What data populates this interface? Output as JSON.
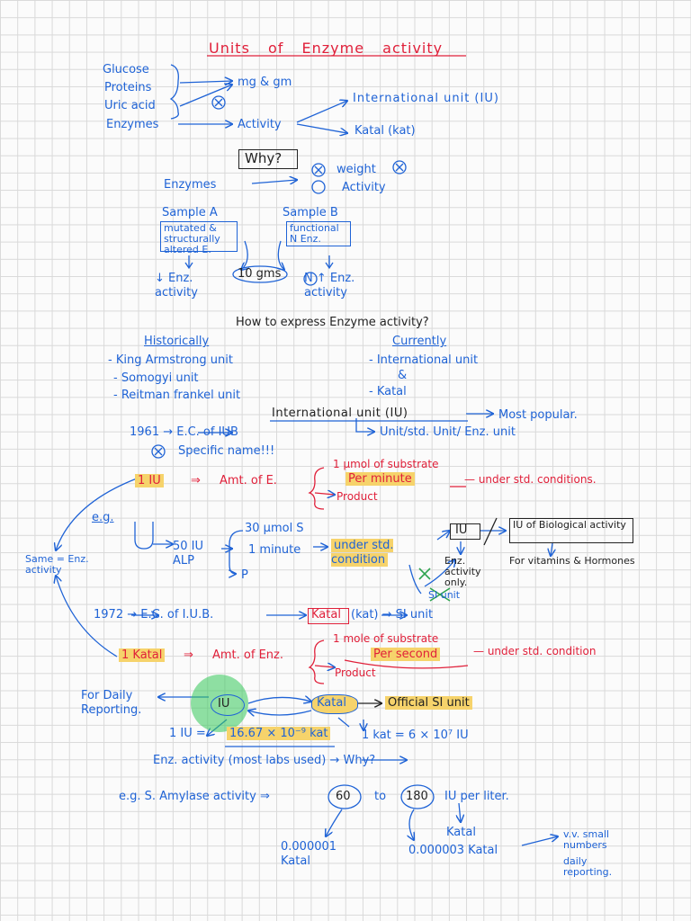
{
  "title": "Units of Enzyme activity",
  "top": {
    "inputs": [
      "Glucose",
      "Proteins",
      "Uric acid"
    ],
    "mg_gm": "mg & gm",
    "enzymes": "Enzymes",
    "activity": "Activity",
    "iu": "International unit (IU)",
    "katal": "Katal (kat)"
  },
  "why": {
    "label": "Why?",
    "enzymes": "Enzymes",
    "weight": "weight",
    "activity": "Activity"
  },
  "samples": {
    "a_title": "Sample A",
    "a_body": "mutated & structurally altered E.",
    "b_title": "Sample B",
    "b_body": "functional N Enz.",
    "a_result": "↓ Enz. activity",
    "weight": "10 gms",
    "b_result": "N ↑ Enz. activity"
  },
  "express": {
    "question": "How to express Enzyme activity?",
    "historically": "Historically",
    "hist_items": [
      "- King Armstrong unit",
      "- Somogyi unit",
      "- Reitman frankel unit"
    ],
    "currently": "Currently",
    "curr_items": [
      "- International unit",
      "&",
      "- Katal"
    ]
  },
  "iu_section": {
    "header": "International unit (IU)",
    "popular": "Most popular.",
    "year": "1961 → E.C. of IUB",
    "synonyms": "Unit/std. Unit/ Enz. unit",
    "no_name": "Specific name!!!",
    "def_left": "1 IU",
    "def_mid": "Amt. of E.",
    "def_1": "1 µmol of substrate",
    "def_2": "Per minute",
    "def_3": "Product",
    "def_cond": "— under std. conditions.",
    "eg": "e.g.",
    "alp": "50 IU ALP",
    "s30": "30 µmol S",
    "minute": "1 minute",
    "p": "P",
    "under": "under std. condition",
    "iu_box": "IU",
    "bio": "IU of Biological activity",
    "enz_only": "Enz. activity only.",
    "vit": "For vitamins & Hormones",
    "si_unit": "SI unit",
    "same": "Same = Enz. activity"
  },
  "katal_section": {
    "year": "1972 → E.C. of I.U.B.",
    "katal_box": "Katal",
    "kat": "(kat) → SI unit",
    "def_left": "1 Katal",
    "def_mid": "Amt. of Enz.",
    "def_1": "1 mole of substrate",
    "def_2": "Per second",
    "def_3": "Product",
    "def_cond": "— under std. condition",
    "daily": "For Daily Reporting.",
    "iu": "IU",
    "katal": "Katal",
    "official": "Official SI unit",
    "conv1_a": "1 IU =",
    "conv1_b": "16.67 × 10⁻⁹ kat",
    "conv2": "1 kat = 6 × 10⁷ IU",
    "labs": "Enz. activity (most labs used) → Why?"
  },
  "example": {
    "line": "e.g. S. Amylase activity ⇒",
    "v1": "60",
    "to": "to",
    "v2": "180",
    "unit": "IU per liter.",
    "katal": "Katal",
    "r1": "0.000001 Katal",
    "r2": "0.000003 Katal",
    "note": "v.v. small numbers",
    "note2": "daily reporting."
  }
}
